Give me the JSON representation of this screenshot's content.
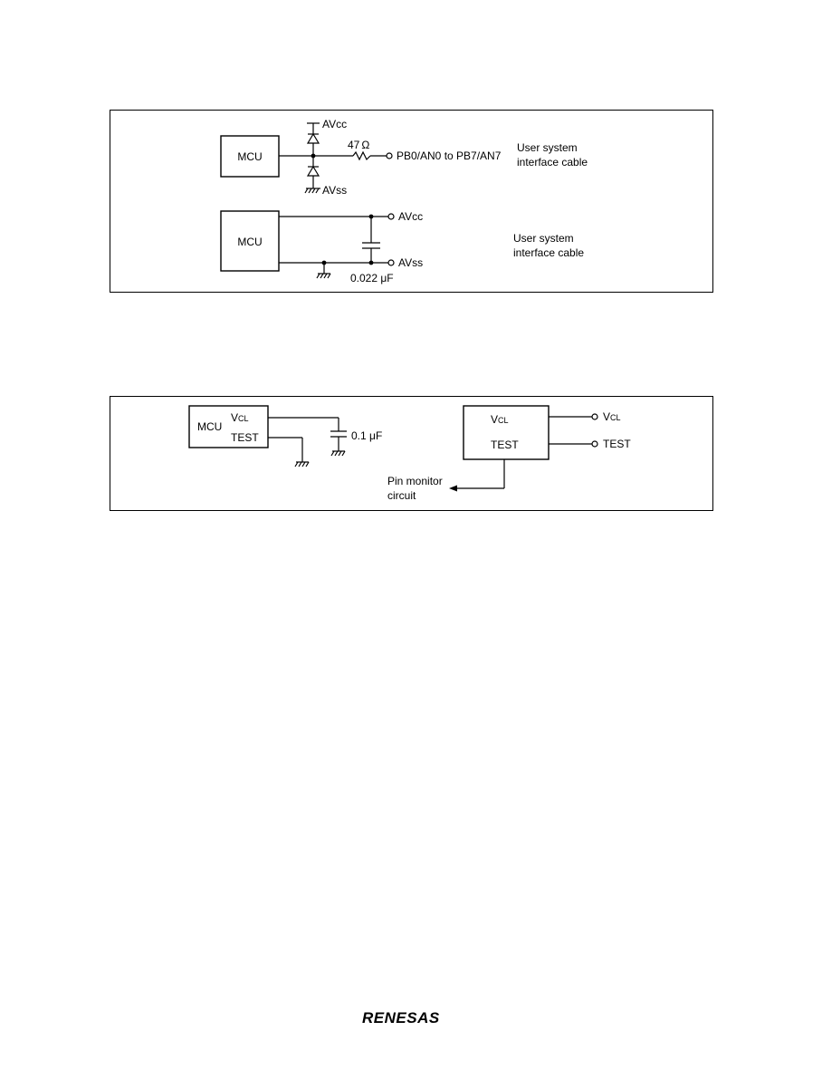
{
  "diagram1": {
    "top": {
      "mcu_label": "MCU",
      "avcc_label": "AVcc",
      "avss_label": "AVss",
      "resistor_label": "47",
      "ohm_symbol": "Ω",
      "pin_label": "PB0/AN0 to PB7/AN7",
      "cable_line1": "User system",
      "cable_line2": "interface cable"
    },
    "bottom": {
      "mcu_label": "MCU",
      "avcc_label": "AVcc",
      "avss_label": "AVss",
      "cap_value": "0.022 ",
      "cap_unit_prefix": "μ",
      "cap_unit": "F",
      "cable_line1": "User system",
      "cable_line2": "interface cable"
    }
  },
  "diagram2": {
    "left": {
      "mcu_label": "MCU",
      "vcl_v": "V",
      "vcl_sub": "CL",
      "test_label": "TEST",
      "cap_value": "0.1 ",
      "cap_unit_prefix": "μ",
      "cap_unit": "F"
    },
    "right": {
      "box_vcl_v": "V",
      "box_vcl_sub": "CL",
      "box_test": "TEST",
      "out_vcl_v": "V",
      "out_vcl_sub": "CL",
      "out_test": "TEST",
      "monitor_line1": "Pin monitor",
      "monitor_line2": "circuit"
    }
  },
  "footer": {
    "logo_text": "RENESAS"
  }
}
